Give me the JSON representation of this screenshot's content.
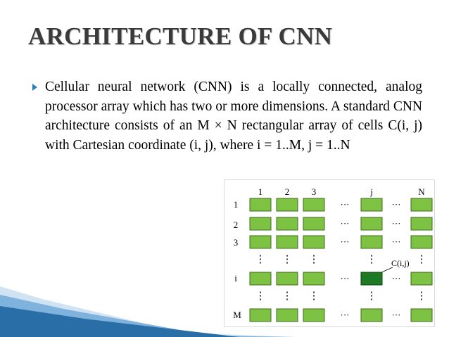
{
  "slide": {
    "title": "ARCHITECTURE OF CNN",
    "bullet": "Cellular neural network (CNN) is a locally connected, analog processor array which has two or more dimensions. A standard CNN architecture consists of an M × N rectangular array of cells C(i, j) with Cartesian coordinate (i, j), where i = 1..M, j = 1..N"
  },
  "figure": {
    "column_labels": [
      "1",
      "2",
      "3",
      "j",
      "N"
    ],
    "row_labels": [
      "1",
      "2",
      "3",
      "i",
      "M"
    ],
    "ellipsis": "···",
    "vertical_ellipsis": "⋮",
    "cell_label": "C(i,j)",
    "colors": {
      "cell": "#7dc242",
      "highlight_cell": "#1e7a22",
      "frame": "#d9d9d9",
      "bullet": "#2e7fb8",
      "accent": "#2a6ea8"
    }
  }
}
